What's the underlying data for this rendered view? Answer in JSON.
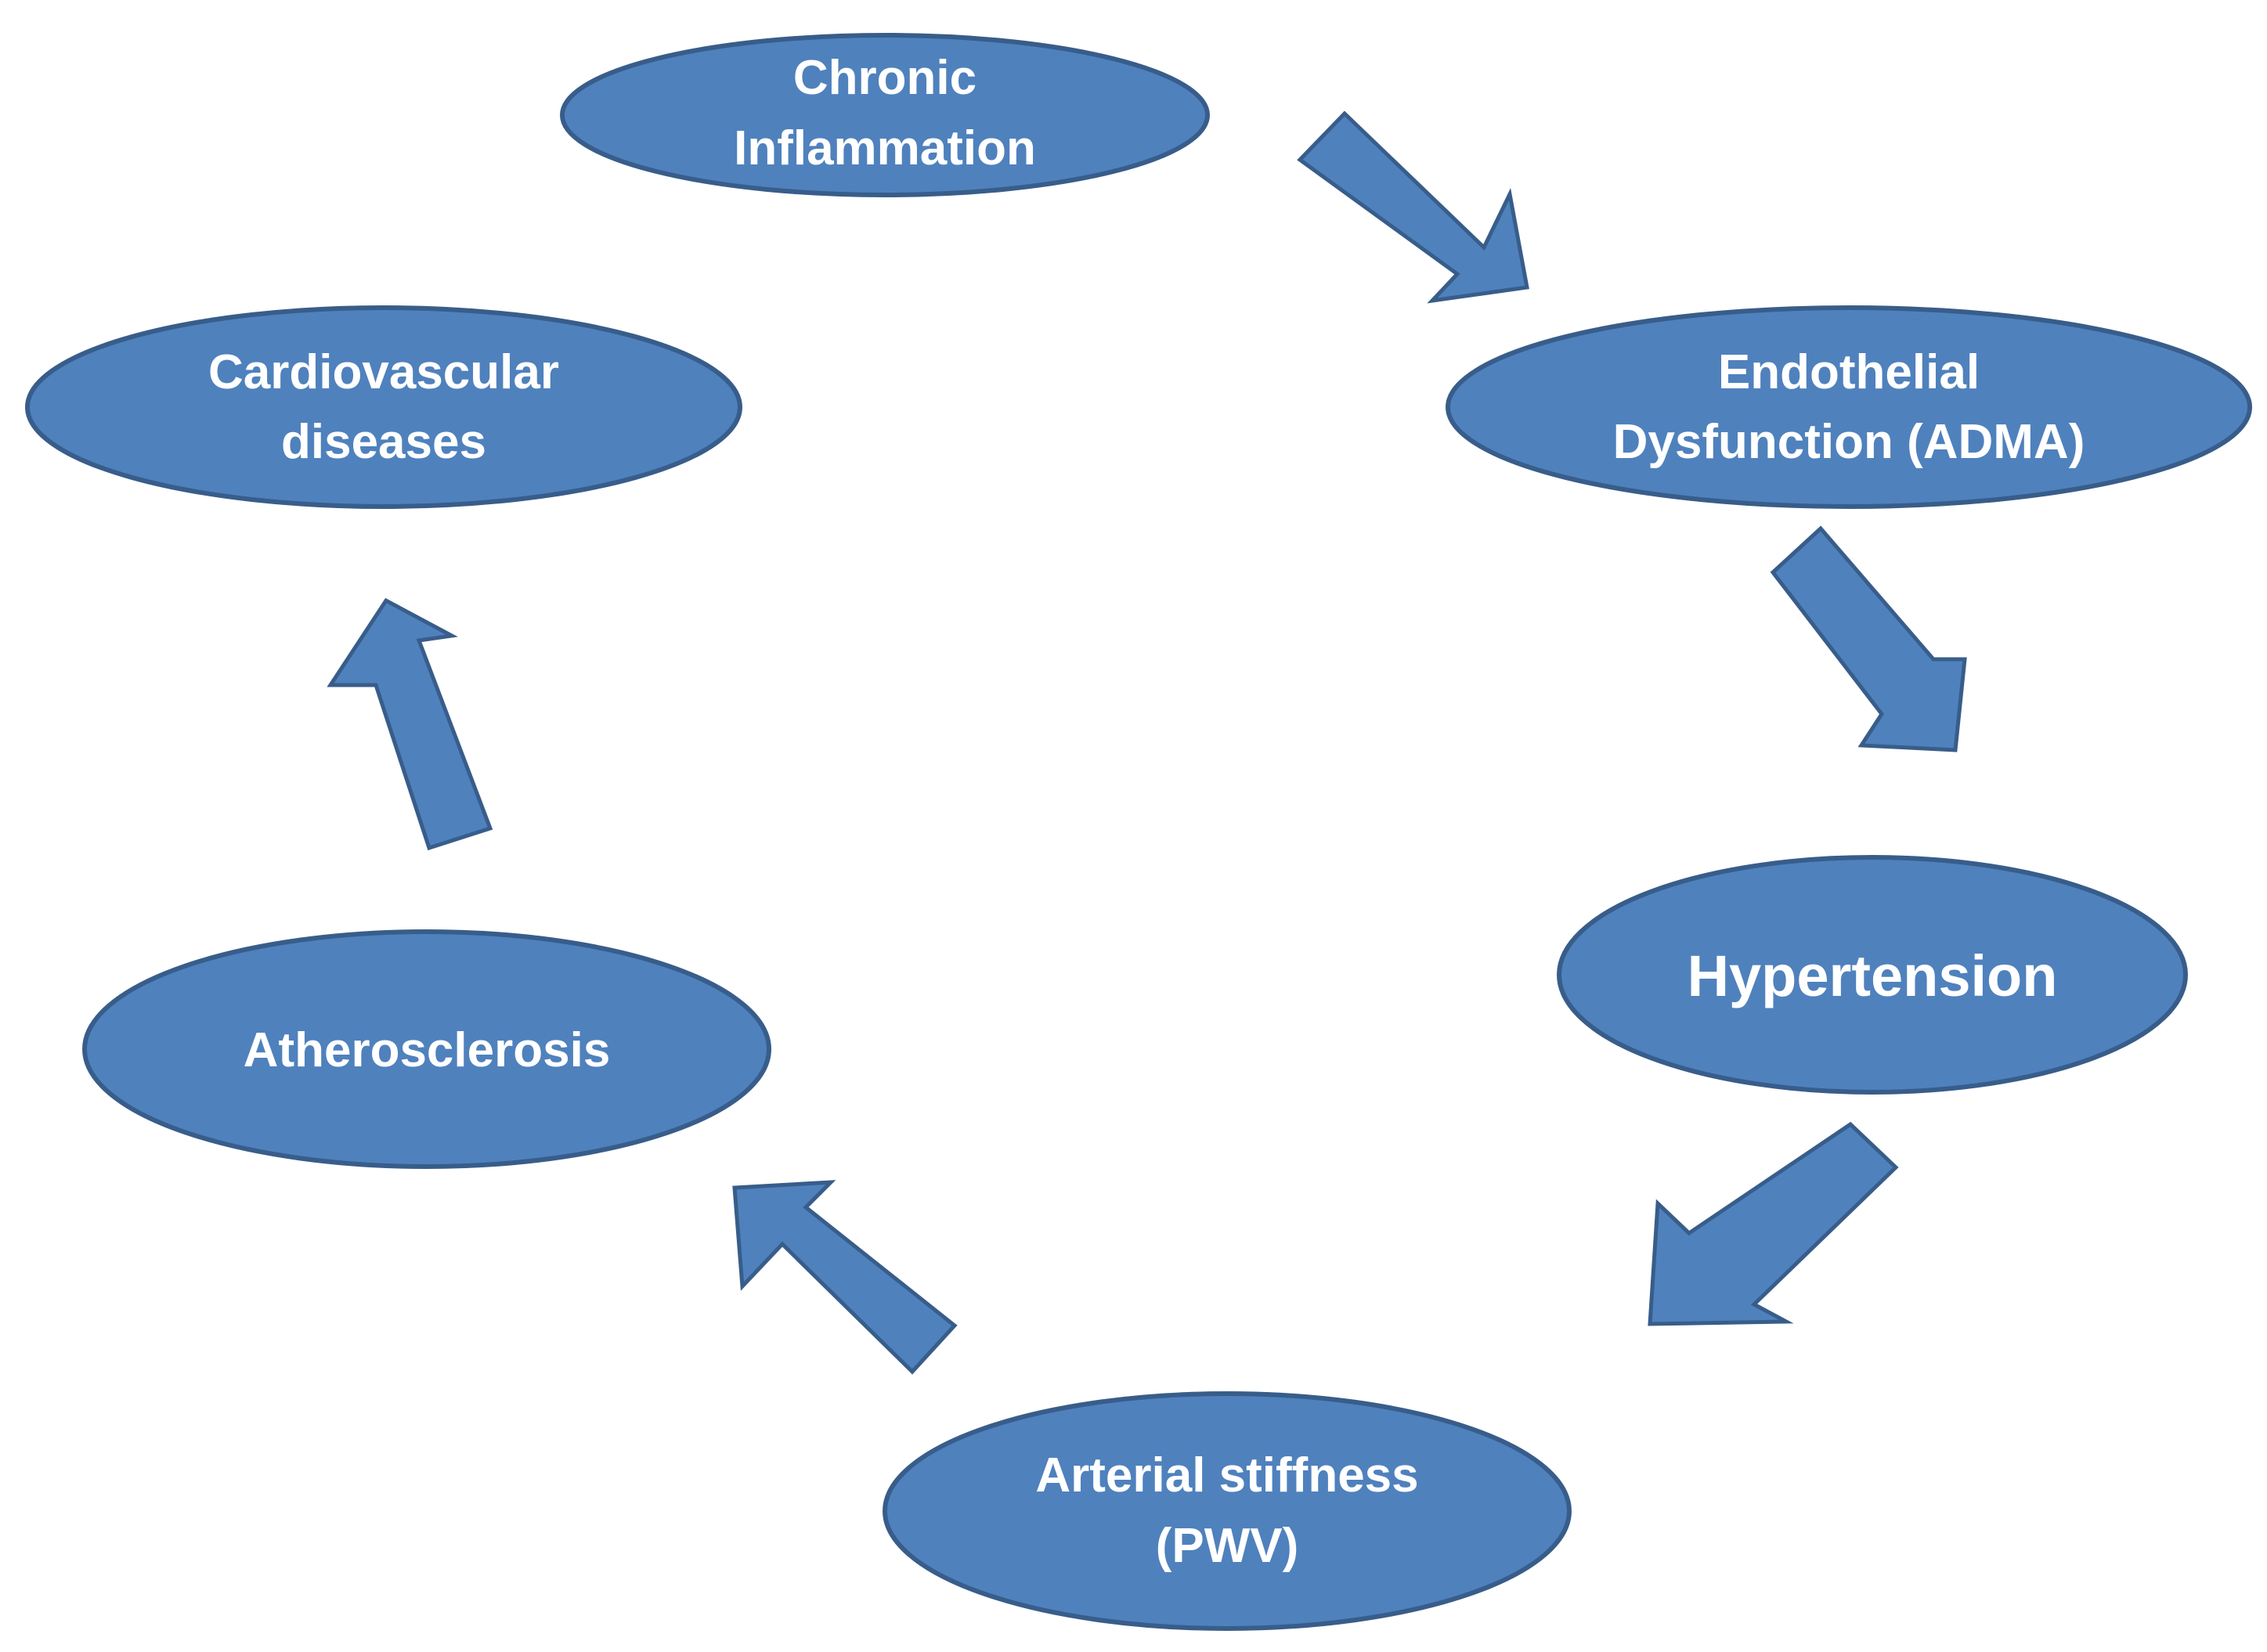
{
  "colors": {
    "node_fill": "#4f81bd",
    "node_stroke": "#385d8a",
    "label": "#ffffff",
    "background": "#ffffff"
  },
  "nodes": {
    "chronic_inflammation": {
      "line1": "Chronic",
      "line2": "Inflammation"
    },
    "endothelial_dysfunction": {
      "line1": "Endothelial",
      "line2": "Dysfunction (ADMA)"
    },
    "hypertension": {
      "line1": "Hypertension"
    },
    "arterial_stiffness": {
      "line1": "Arterial stiffness",
      "line2": "(PWV)"
    },
    "atherosclerosis": {
      "line1": "Atherosclerosis"
    },
    "cardiovascular_diseases": {
      "line1": "Cardiovascular",
      "line2": "diseases"
    }
  },
  "edges": [
    {
      "from": "Chronic Inflammation",
      "to": "Endothelial Dysfunction (ADMA)"
    },
    {
      "from": "Endothelial Dysfunction (ADMA)",
      "to": "Hypertension"
    },
    {
      "from": "Hypertension",
      "to": "Arterial stiffness (PWV)"
    },
    {
      "from": "Arterial stiffness (PWV)",
      "to": "Atherosclerosis"
    },
    {
      "from": "Atherosclerosis",
      "to": "Cardiovascular diseases"
    }
  ]
}
